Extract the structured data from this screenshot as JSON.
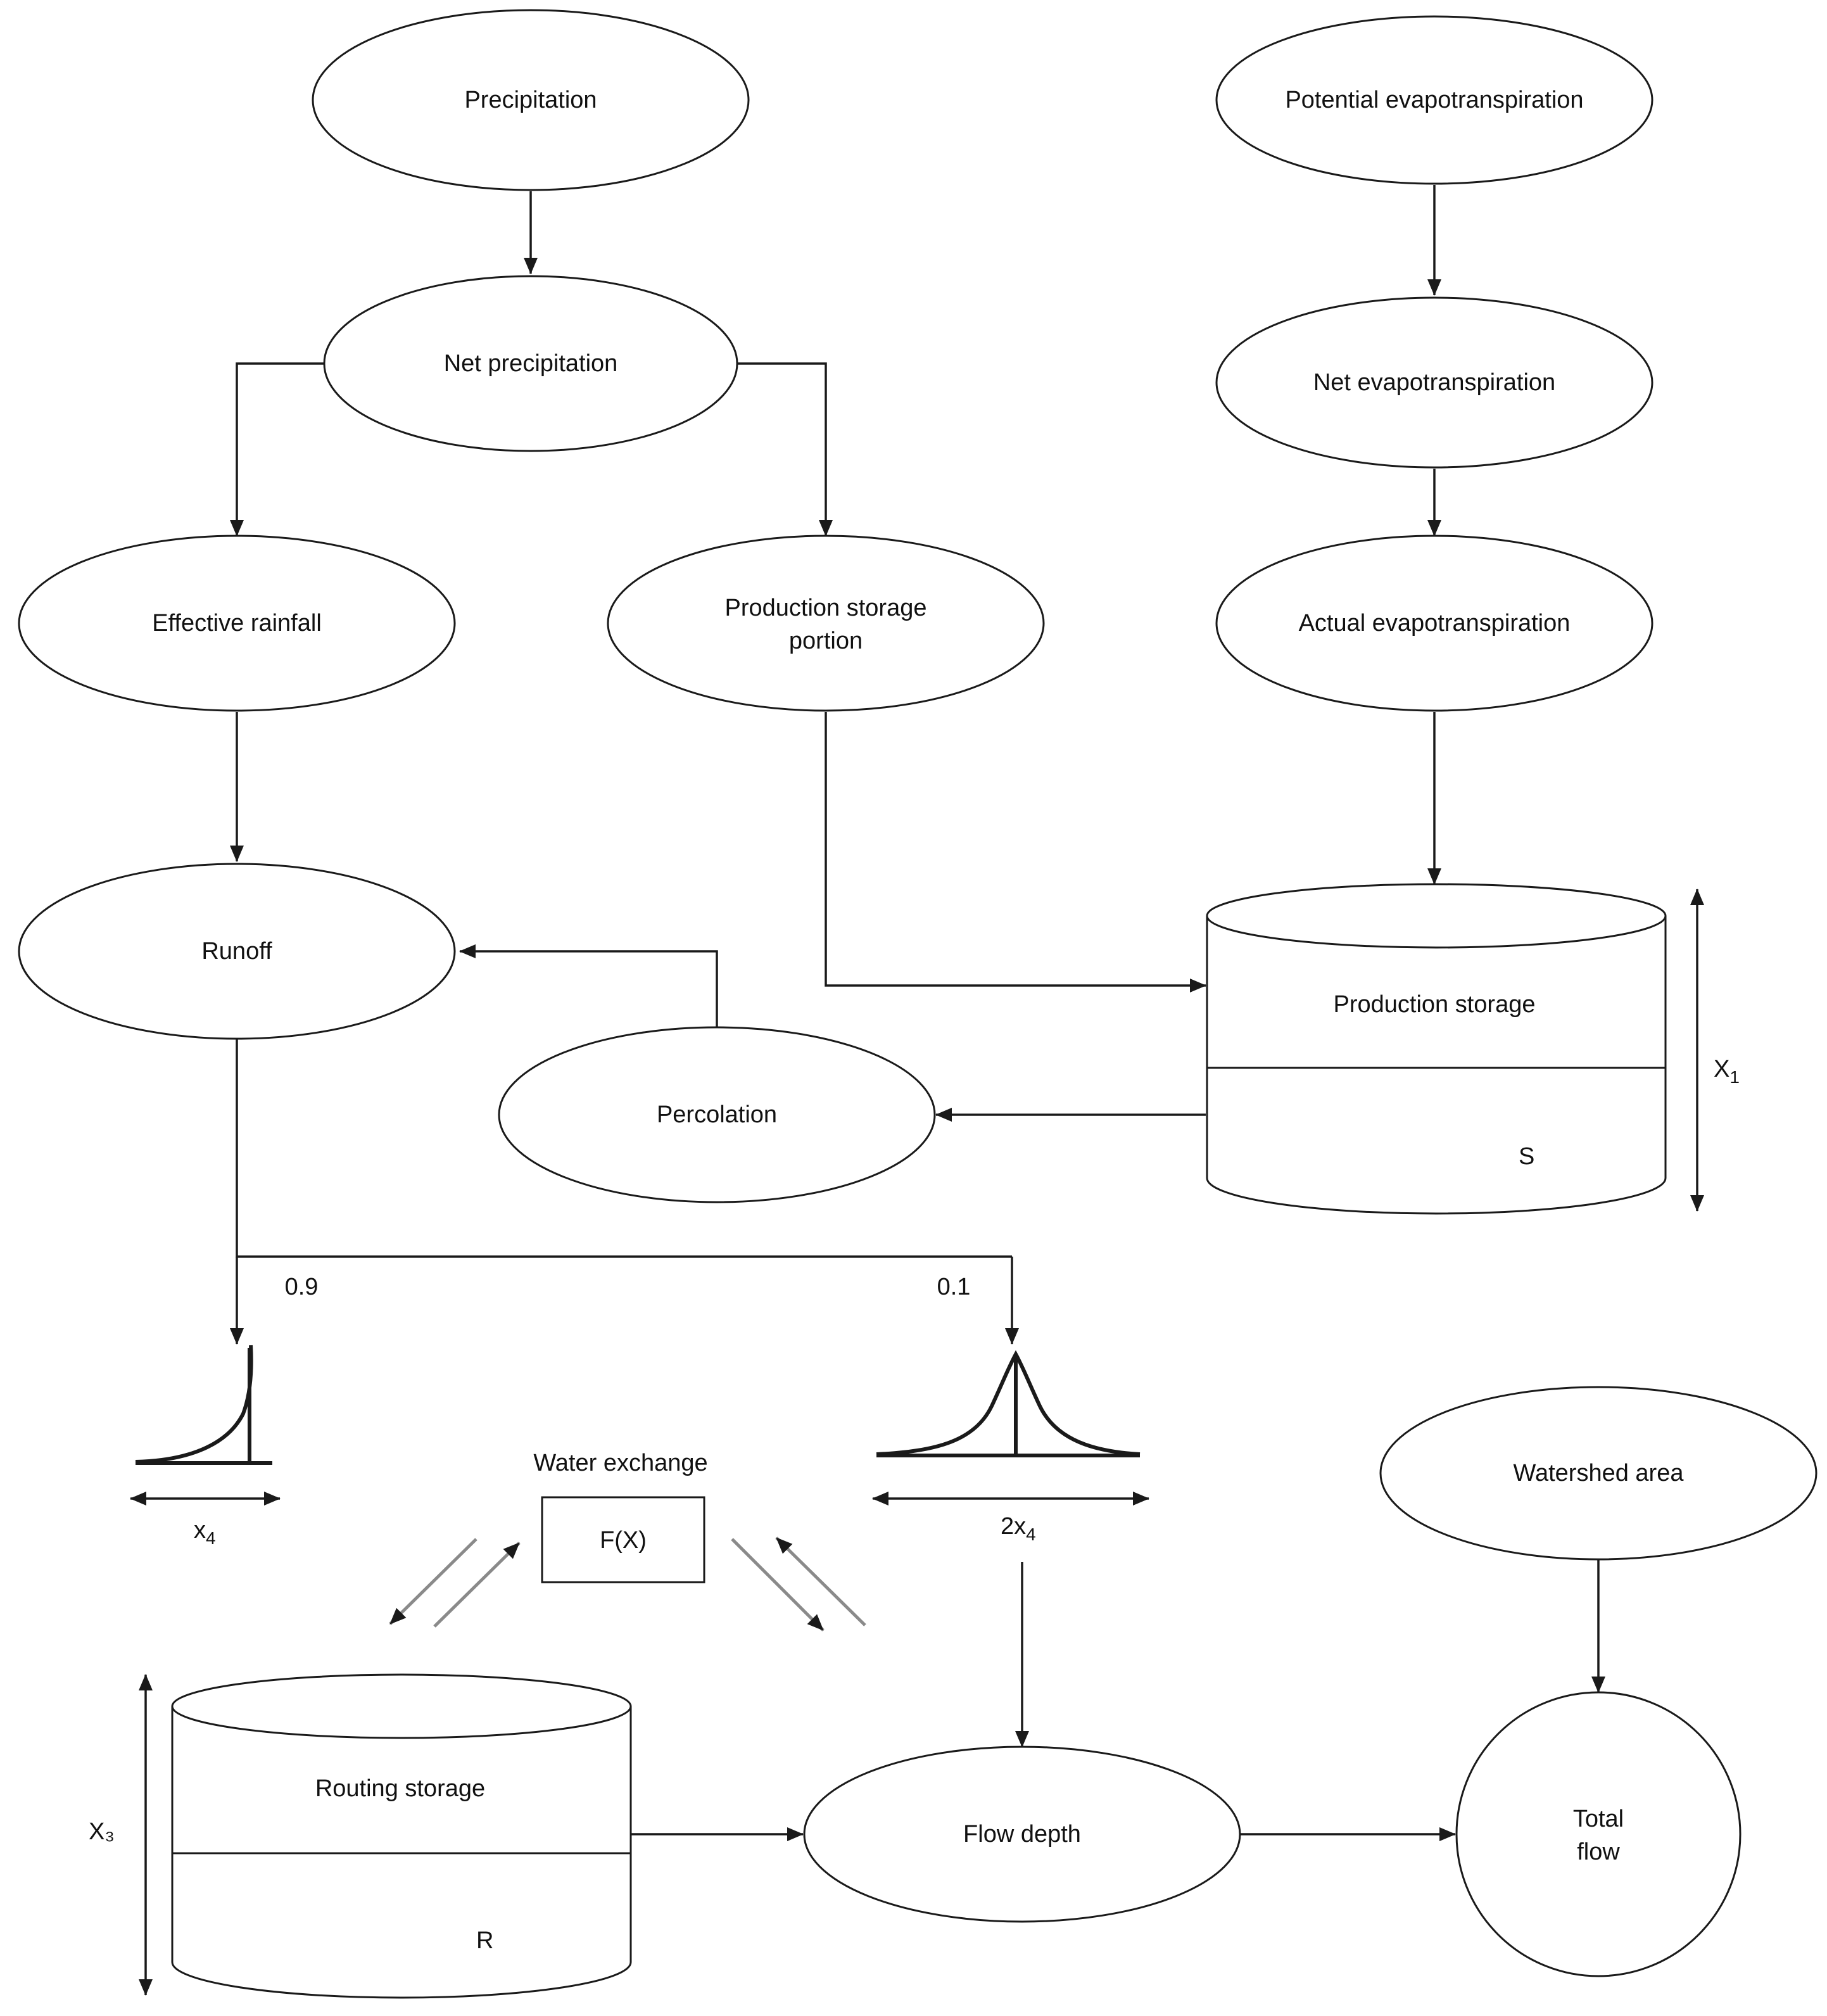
{
  "nodes": {
    "precipitation": "Precipitation",
    "potential_et": "Potential evapotranspiration",
    "net_precipitation": "Net precipitation",
    "net_et": "Net evapotranspiration",
    "effective_rainfall": "Effective rainfall",
    "production_storage_portion_line1": "Production storage",
    "production_storage_portion_line2": "portion",
    "actual_et": "Actual evapotranspiration",
    "runoff": "Runoff",
    "production_storage": "Production storage",
    "percolation": "Percolation",
    "water_exchange": "Water exchange",
    "fx": "F(X)",
    "watershed_area": "Watershed area",
    "routing_storage": "Routing storage",
    "flow_depth": "Flow depth",
    "total_flow_line1": "Total",
    "total_flow_line2": "flow"
  },
  "labels": {
    "split_left": "0.9",
    "split_right": "0.1",
    "x1_main": "X",
    "x1_sub": "1",
    "s": "S",
    "x4_main": "x",
    "x4_sub": "4",
    "two_x4_main": "2x",
    "two_x4_sub": "4",
    "x3": "X₃",
    "r": "R"
  }
}
